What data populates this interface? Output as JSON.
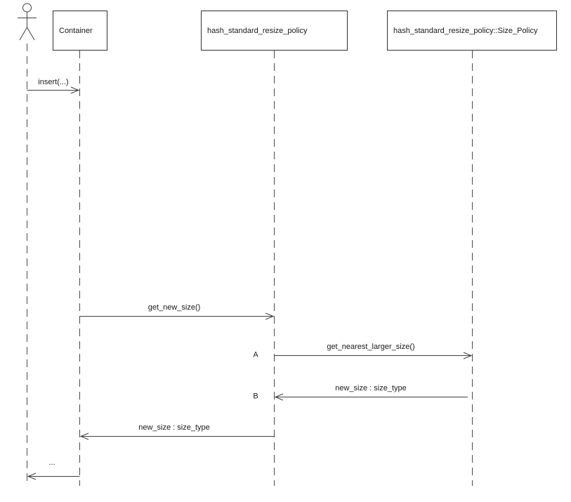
{
  "diagram": {
    "type": "uml-sequence-diagram",
    "background_color": "#ffffff",
    "line_color": "#3f3f3f",
    "text_color": "#1a1a1a"
  },
  "actor": {
    "icon": "stick-figure-actor-icon"
  },
  "participants": [
    {
      "label": "Container"
    },
    {
      "label": "hash_standard_resize_policy"
    },
    {
      "label": "hash_standard_resize_policy::Size_Policy"
    }
  ],
  "messages": [
    {
      "label": "insert(...)",
      "from": "actor",
      "to": "Container",
      "direction": "right"
    },
    {
      "label": "get_new_size()",
      "from": "Container",
      "to": "hash_standard_resize_policy",
      "direction": "right"
    },
    {
      "label": "get_nearest_larger_size()",
      "marker": "A",
      "from": "hash_standard_resize_policy",
      "to": "hash_standard_resize_policy::Size_Policy",
      "direction": "right"
    },
    {
      "label": "new_size : size_type",
      "marker": "B",
      "from": "hash_standard_resize_policy::Size_Policy",
      "to": "hash_standard_resize_policy",
      "direction": "left"
    },
    {
      "label": "new_size : size_type",
      "from": "hash_standard_resize_policy",
      "to": "Container",
      "direction": "left"
    },
    {
      "label": "...",
      "from": "Container",
      "to": "actor",
      "direction": "left"
    }
  ]
}
